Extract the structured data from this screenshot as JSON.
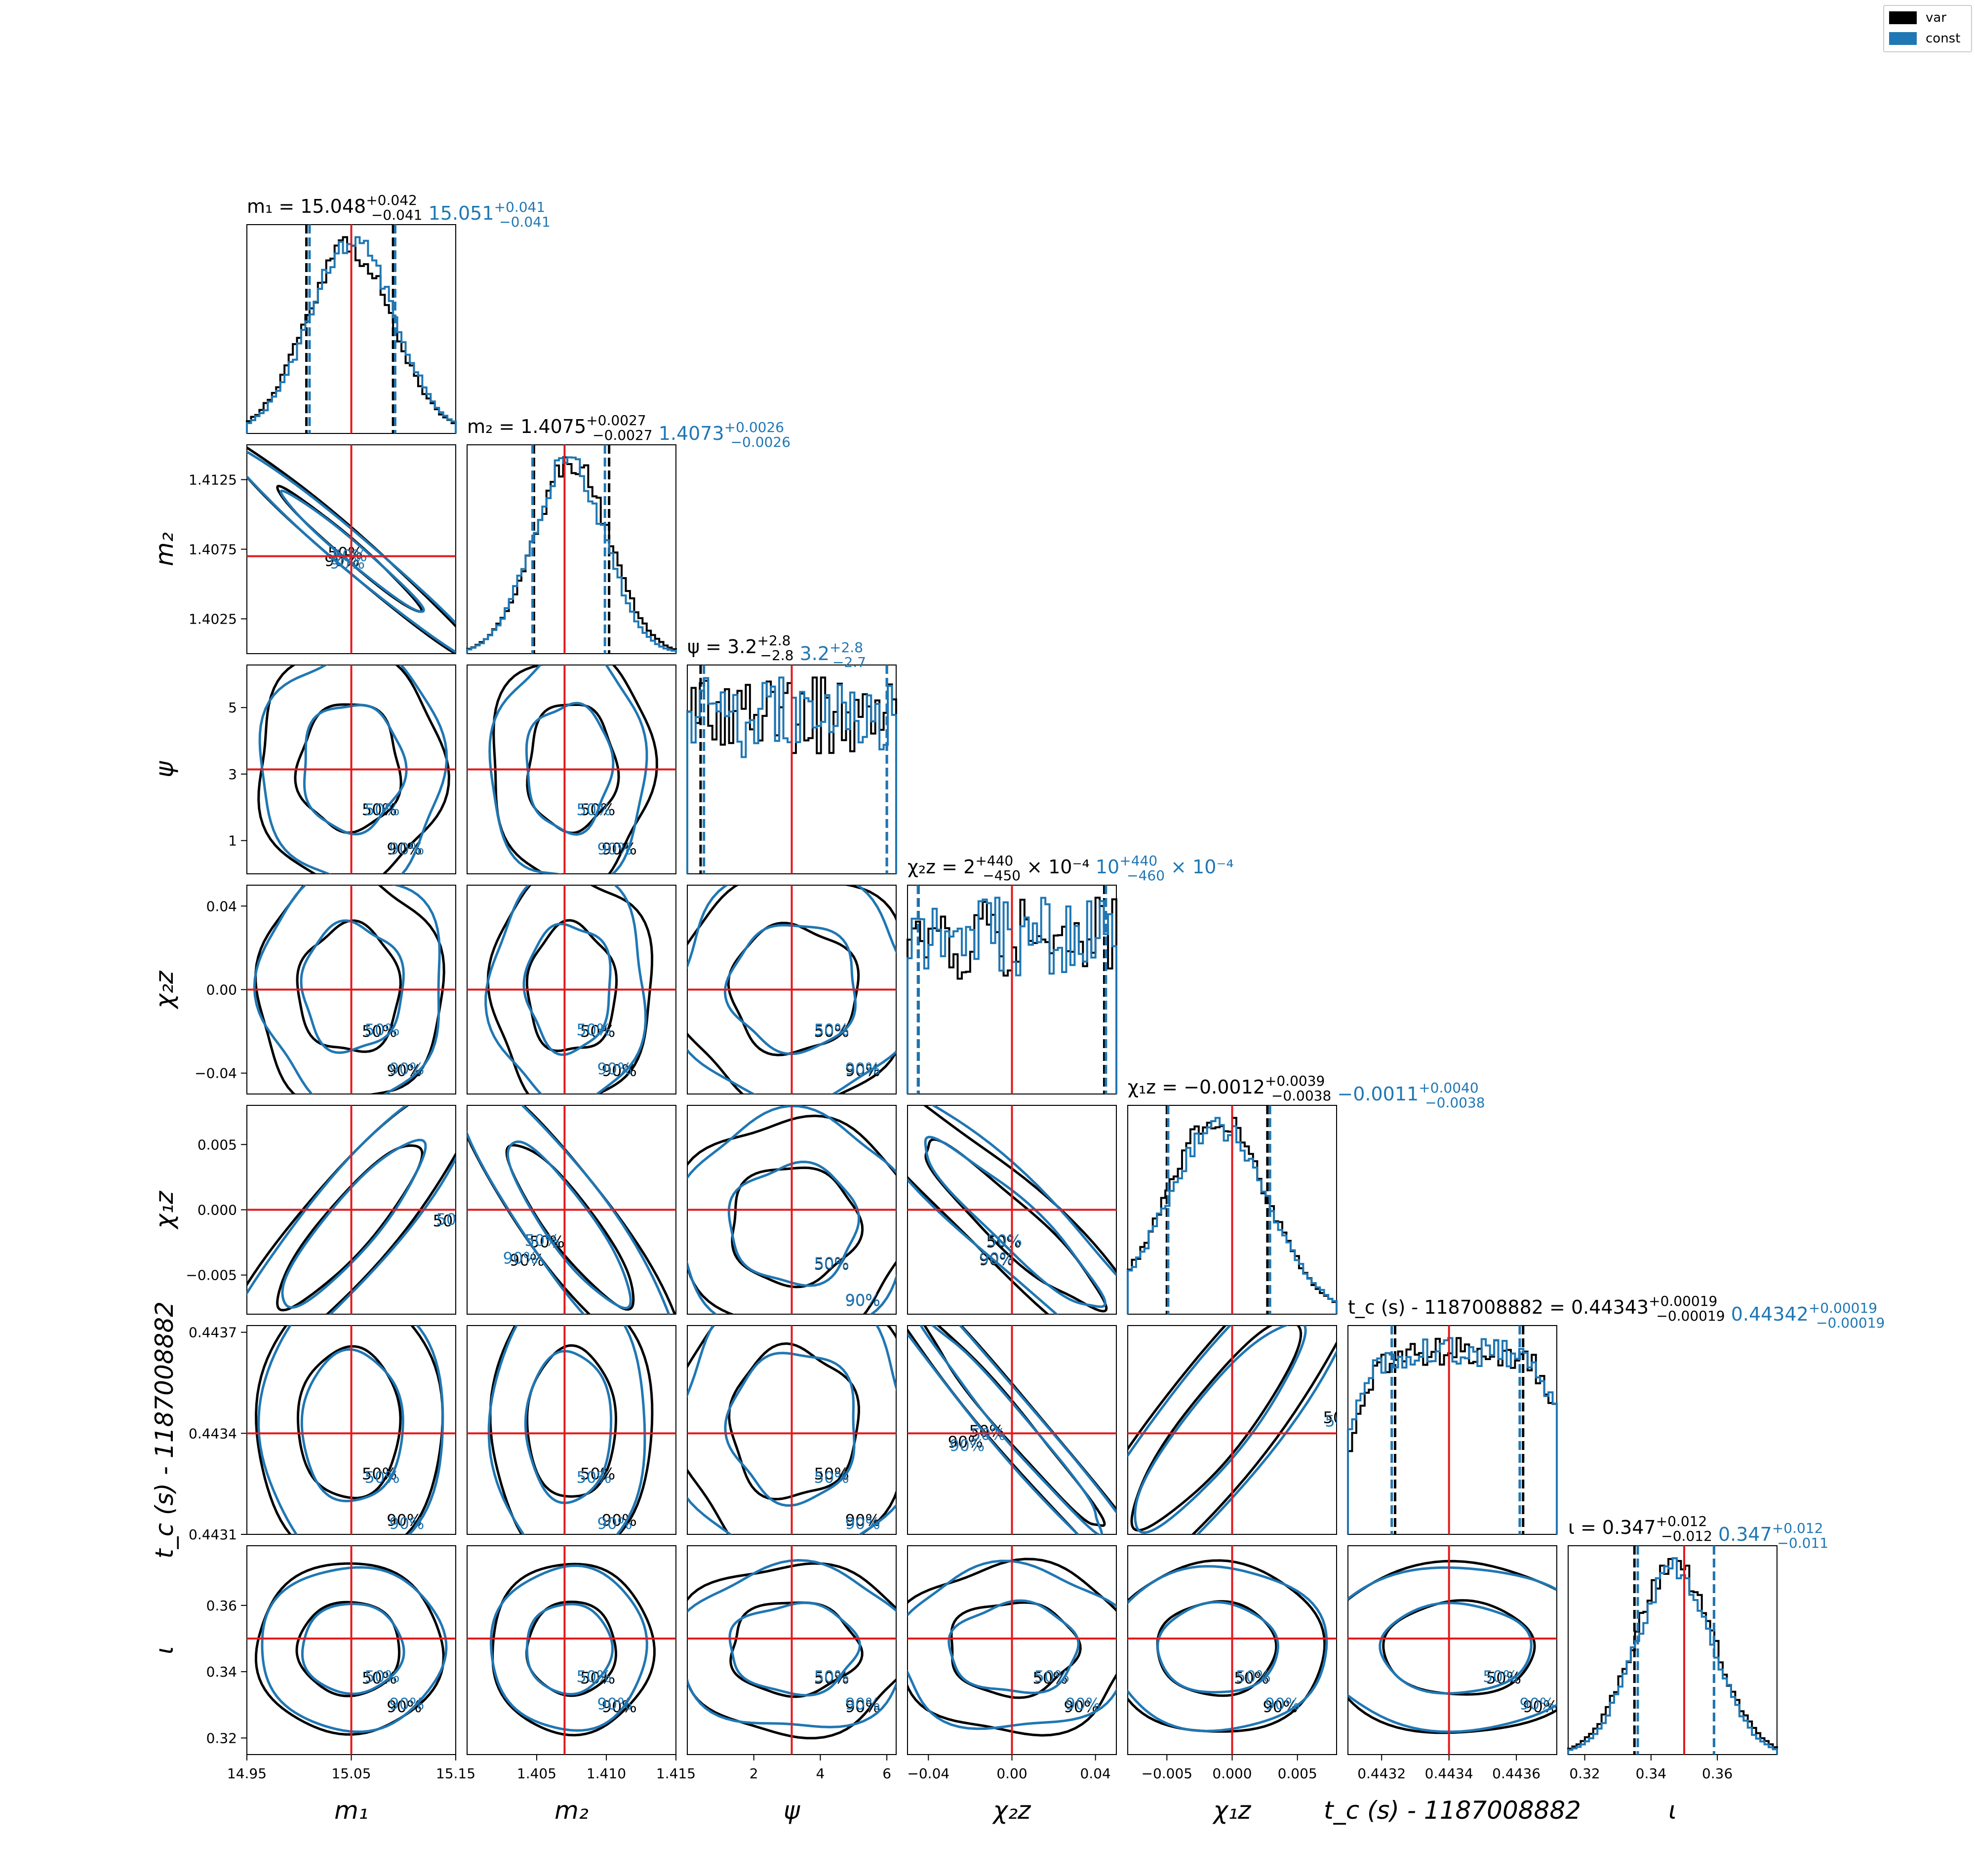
{
  "chart_data": {
    "type": "corner",
    "parameters": [
      "m_1",
      "m_2",
      "psi",
      "chi_2z",
      "chi_1z",
      "t_c",
      "iota"
    ],
    "axis_labels": [
      "m₁",
      "m₂",
      "ψ",
      "χ₂z",
      "χ₁z",
      "t_c (s) - 1187008882",
      "ι"
    ],
    "ranges": [
      [
        14.95,
        15.15
      ],
      [
        1.4,
        1.415
      ],
      [
        0.0,
        6.28
      ],
      [
        -0.05,
        0.05
      ],
      [
        -0.008,
        0.008
      ],
      [
        0.4431,
        0.44372
      ],
      [
        0.315,
        0.378
      ]
    ],
    "ticks": [
      [
        14.95,
        15.05,
        15.15
      ],
      [
        1.4025,
        1.405,
        1.4075,
        1.41,
        1.4125,
        1.415
      ],
      [
        1,
        2,
        3,
        4,
        5,
        6
      ],
      [
        -0.04,
        0.0,
        0.04
      ],
      [
        -0.005,
        0.0,
        0.005
      ],
      [
        0.4431,
        0.4432,
        0.4434,
        0.4436,
        0.4437
      ],
      [
        0.32,
        0.34,
        0.36
      ]
    ],
    "tick_labels_x": [
      [
        "14.95",
        "15.05",
        "15.15"
      ],
      [
        "1.405",
        "1.410",
        "1.415"
      ],
      [
        "2",
        "4",
        "6"
      ],
      [
        "−0.04",
        "0.00",
        "0.04"
      ],
      [
        "−0.005",
        "0.000",
        "0.005"
      ],
      [
        "0.4432",
        "0.4434",
        "0.4436"
      ],
      [
        "0.32",
        "0.34",
        "0.36"
      ]
    ],
    "tick_values_x": [
      [
        14.95,
        15.05,
        15.15
      ],
      [
        1.405,
        1.41,
        1.415
      ],
      [
        2,
        4,
        6
      ],
      [
        -0.04,
        0.0,
        0.04
      ],
      [
        -0.005,
        0.0,
        0.005
      ],
      [
        0.4432,
        0.4434,
        0.4436
      ],
      [
        0.32,
        0.34,
        0.36
      ]
    ],
    "tick_labels_y": [
      [],
      [
        "1.4025",
        "1.4075",
        "1.4125"
      ],
      [
        "1",
        "3",
        "5"
      ],
      [
        "−0.04",
        "0.00",
        "0.04"
      ],
      [
        "−0.005",
        "0.000",
        "0.005"
      ],
      [
        "0.4431",
        "0.4434",
        "0.4437"
      ],
      [
        "0.32",
        "0.34",
        "0.36"
      ]
    ],
    "tick_values_y": [
      [],
      [
        1.4025,
        1.4075,
        1.4125
      ],
      [
        1,
        3,
        5
      ],
      [
        -0.04,
        0.0,
        0.04
      ],
      [
        -0.005,
        0.0,
        0.005
      ],
      [
        0.4431,
        0.4434,
        0.4437
      ],
      [
        0.32,
        0.34,
        0.36
      ]
    ],
    "truth": [
      15.05,
      1.407,
      3.14,
      0.0,
      0.0,
      0.4434,
      0.35
    ],
    "truth_color": "#e31a1c",
    "series": [
      {
        "name": "var",
        "color": "#000000",
        "medians": [
          15.048,
          1.4075,
          3.2,
          0.0002,
          -0.0012,
          0.44343,
          0.347
        ],
        "sigma": [
          0.0415,
          0.0027,
          1.6,
          0.026,
          0.00385,
          0.00019,
          0.012
        ],
        "quantiles": [
          [
            15.007,
            15.09
          ],
          [
            1.4048,
            1.4102
          ],
          [
            0.4,
            6.0
          ],
          [
            -0.0448,
            0.0442
          ],
          [
            -0.005,
            0.0027
          ],
          [
            0.44324,
            0.44362
          ],
          [
            0.335,
            0.359
          ]
        ],
        "title_parts": {
          "label": "m₁ = 15.048",
          "sup": "+0.042",
          "sub": "−0.041"
        }
      },
      {
        "name": "const",
        "color": "#1f77b4",
        "medians": [
          15.051,
          1.4073,
          3.2,
          0.001,
          -0.0011,
          0.44342,
          0.347
        ],
        "sigma": [
          0.041,
          0.0026,
          1.6,
          0.026,
          0.0039,
          0.00019,
          0.0115
        ],
        "quantiles": [
          [
            15.01,
            15.092
          ],
          [
            1.4047,
            1.4099
          ],
          [
            0.5,
            6.0
          ],
          [
            -0.045,
            0.045
          ],
          [
            -0.0049,
            0.0029
          ],
          [
            0.44323,
            0.44361
          ],
          [
            0.336,
            0.359
          ]
        ]
      }
    ],
    "titles": [
      {
        "var": {
          "label": "m₁ = 15.048",
          "sup": "+0.042",
          "sub": "−0.041"
        },
        "const": {
          "label": "15.051",
          "sup": "+0.041",
          "sub": "−0.041"
        }
      },
      {
        "var": {
          "label": "m₂ = 1.4075",
          "sup": "+0.0027",
          "sub": "−0.0027"
        },
        "const": {
          "label": "1.4073",
          "sup": "+0.0026",
          "sub": "−0.0026"
        }
      },
      {
        "var": {
          "label": "ψ = 3.2",
          "sup": "+2.8",
          "sub": "−2.8"
        },
        "const": {
          "label": "3.2",
          "sup": "+2.8",
          "sub": "−2.7"
        }
      },
      {
        "var": {
          "label": "χ₂z = 2",
          "sup": "+440",
          "sub": "−450",
          "tail": "× 10⁻⁴"
        },
        "const": {
          "label": "10",
          "sup": "+440",
          "sub": "−460",
          "tail": "× 10⁻⁴"
        }
      },
      {
        "var": {
          "label": "χ₁z = −0.0012",
          "sup": "+0.0039",
          "sub": "−0.0038"
        },
        "const": {
          "label": "−0.0011",
          "sup": "+0.0040",
          "sub": "−0.0038"
        }
      },
      {
        "var": {
          "label": "t_c (s) - 1187008882 = 0.44343",
          "sup": "+0.00019",
          "sub": "−0.00019"
        },
        "const": {
          "label": "0.44342",
          "sup": "+0.00019",
          "sub": "−0.00019"
        }
      },
      {
        "var": {
          "label": "ι = 0.347",
          "sup": "+0.012",
          "sub": "−0.012"
        },
        "const": {
          "label": "0.347",
          "sup": "+0.012",
          "sub": "−0.011"
        }
      }
    ],
    "correlations": {
      "1-0": -0.97,
      "4-0": 0.85,
      "4-1": -0.85,
      "4-3": -0.9,
      "5-3": -0.97,
      "5-4": 0.85
    },
    "contour_levels": [
      "50%",
      "90%"
    ],
    "legend_position": "top-right"
  },
  "legend": {
    "items": [
      {
        "label": "var",
        "color": "#000000"
      },
      {
        "label": "const",
        "color": "#1f77b4"
      }
    ]
  }
}
